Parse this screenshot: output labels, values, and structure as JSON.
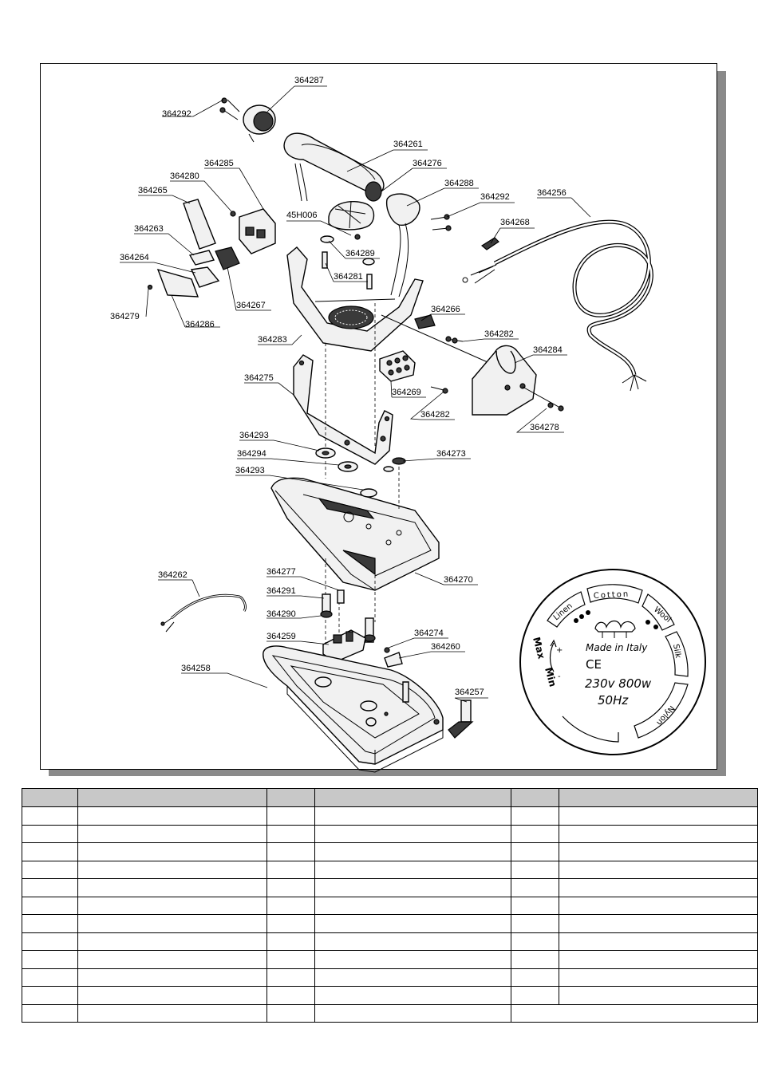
{
  "diagram": {
    "labels": [
      "364287",
      "364292",
      "364261",
      "364276",
      "364288",
      "364292",
      "364256",
      "364268",
      "364285",
      "364280",
      "364265",
      "364263",
      "364264",
      "364279",
      "364286",
      "364267",
      "45H006",
      "364289",
      "364281",
      "364283",
      "364266",
      "364282",
      "364284",
      "364269",
      "364282",
      "364278",
      "364275",
      "364293",
      "364294",
      "364293",
      "364273",
      "364270",
      "364277",
      "364291",
      "364290",
      "364259",
      "364274",
      "364260",
      "364262",
      "364258",
      "364257"
    ]
  },
  "dial": {
    "settings": [
      "Linen",
      "Cotton",
      "Wool",
      "Silk",
      "Nylon"
    ],
    "max": "Max",
    "min": "Min",
    "plus": "+",
    "minus": "-",
    "made_in": "Made in Italy",
    "ce": "CE",
    "voltage": "230v 800w",
    "frequency": "50Hz"
  },
  "table": {
    "rows": 13,
    "columns": 6
  }
}
